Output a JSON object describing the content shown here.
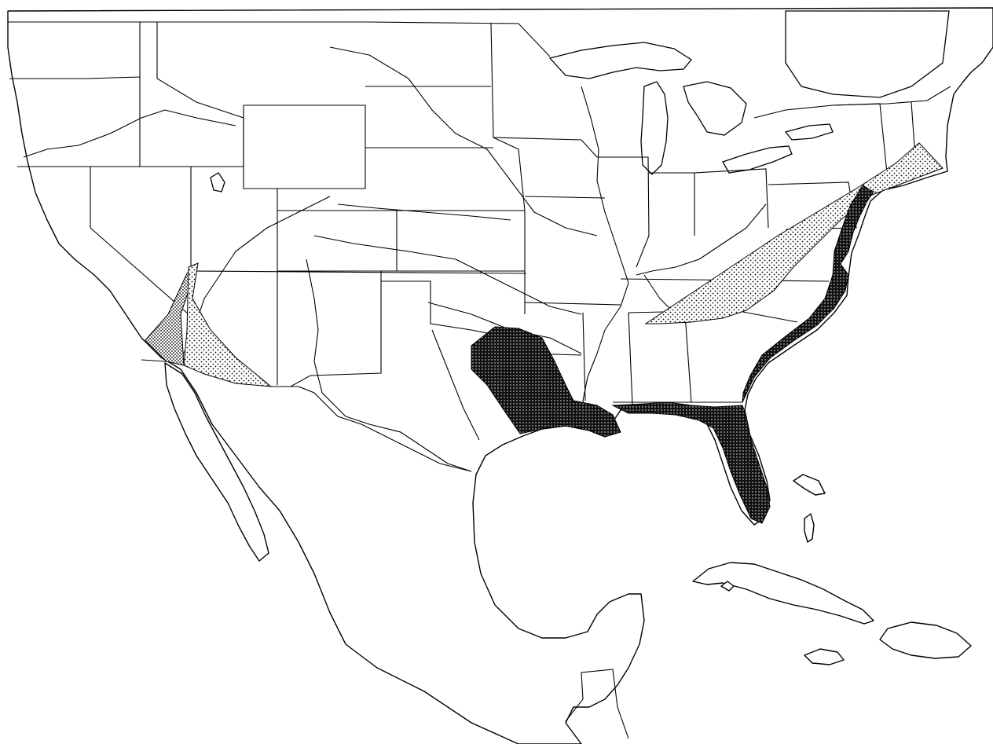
{
  "map": {
    "legend": [],
    "colors": {
      "ink": "#000000",
      "paper": "#ffffff"
    },
    "range_shading": {
      "southwest_light": "light-stipple",
      "southwest_medium": "medium-stipple",
      "appalachian_band": "light-stipple",
      "gulf_atlantic_coast": "dense-stipple"
    }
  }
}
